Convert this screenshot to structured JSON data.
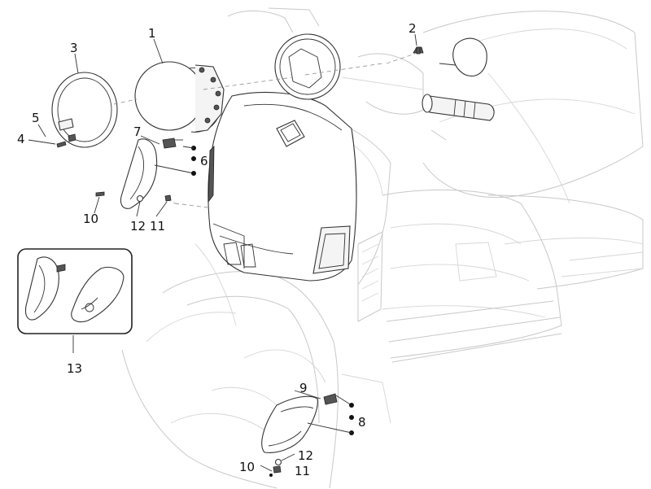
{
  "callouts": {
    "c1": "1",
    "c2": "2",
    "c3": "3",
    "c4": "4",
    "c5": "5",
    "c6": "6",
    "c7": "7",
    "c8": "8",
    "c9": "9",
    "c10a": "10",
    "c10b": "10",
    "c11a": "11",
    "c11b": "11",
    "c12a": "12",
    "c12b": "12",
    "c13": "13"
  }
}
